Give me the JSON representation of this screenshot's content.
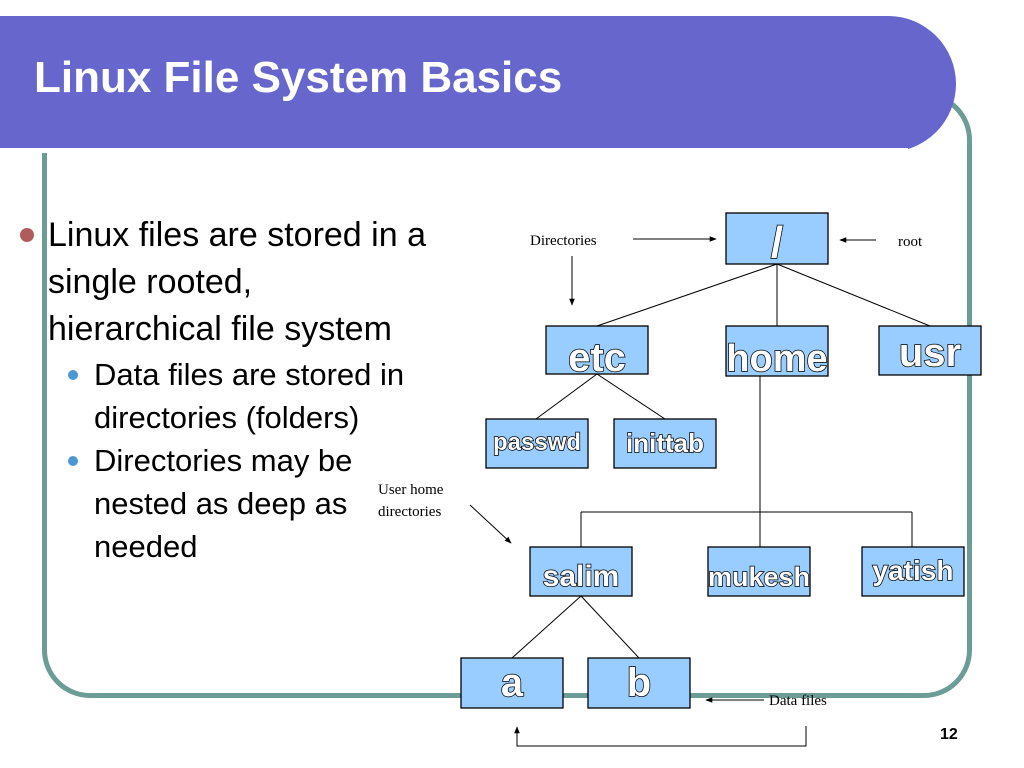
{
  "slide": {
    "title": "Linux File System Basics",
    "page_number": "12"
  },
  "content": {
    "bullet": "Linux files are stored in a single rooted, hierarchical file system",
    "sub_bullets": [
      "Data files are stored in directories (folders)",
      "Directories may be nested as deep as needed"
    ]
  },
  "diagram": {
    "nodes": {
      "root": "/",
      "etc": "etc",
      "home": "home",
      "usr": "usr",
      "passwd": "passwd",
      "inittab": "inittab",
      "salim": "salim",
      "mukesh": "mukesh",
      "yatish": "yatish",
      "a": "a",
      "b": "b"
    },
    "annotations": {
      "directories": "Directories",
      "root": "root",
      "user_home_line1": "User home",
      "user_home_line2": "directories",
      "data_files": "Data files"
    }
  },
  "colors": {
    "title_bar": "#6666cc",
    "frame_border": "#6b9c96",
    "node_fill": "#99ccff",
    "bullet_dot": "#b05c5c",
    "sub_bullet_dot": "#4a98d4"
  }
}
